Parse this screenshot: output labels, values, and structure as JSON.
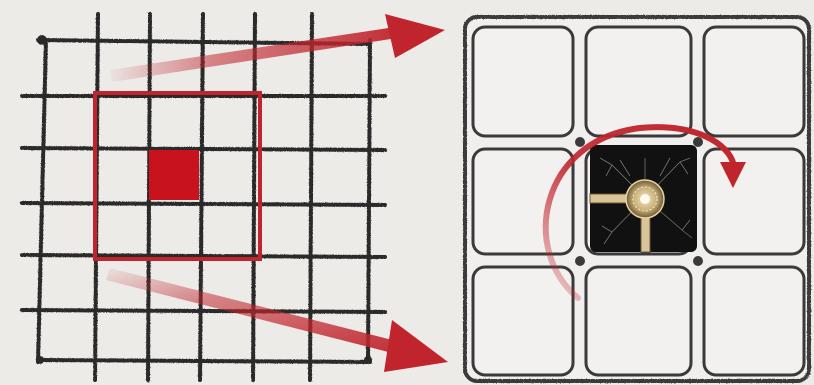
{
  "figure": {
    "background_color": "#ecebe8",
    "accent_color": "#c0252d",
    "grid_line_color": "#2a2a2a",
    "highlight_fill_color": "#c8121e",
    "center_tile_color": "#111111",
    "center_tile_glow_color": "#e9d3a0",
    "left_grid": {
      "lines_per_axis": 6,
      "highlight_region_cells": 3
    },
    "right_grid": {
      "rows": 3,
      "cols": 3
    },
    "icons": {
      "arrow_top": "zoom-arrow-icon",
      "arrow_bottom": "zoom-arrow-icon",
      "rotation": "rotate-clockwise-icon",
      "center_tile": "circuit-tile-icon"
    }
  }
}
